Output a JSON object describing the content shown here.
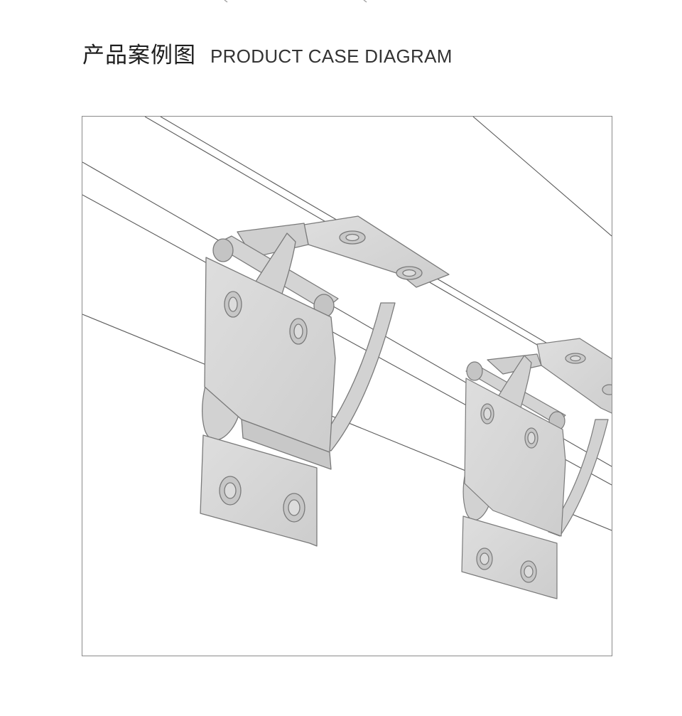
{
  "header": {
    "title_zh": "产品案例图",
    "title_en": "PRODUCT CASE DIAGRAM"
  },
  "colors": {
    "frame_border": "#8a8a8a",
    "line": "#5a5a5a",
    "metal_fill": "#d6d6d6",
    "metal_stroke": "#7a7a7a",
    "title_text": "#1e1e1e"
  },
  "diagram": {
    "illustration": "toggle-latch-installation",
    "latch_count": 2
  }
}
